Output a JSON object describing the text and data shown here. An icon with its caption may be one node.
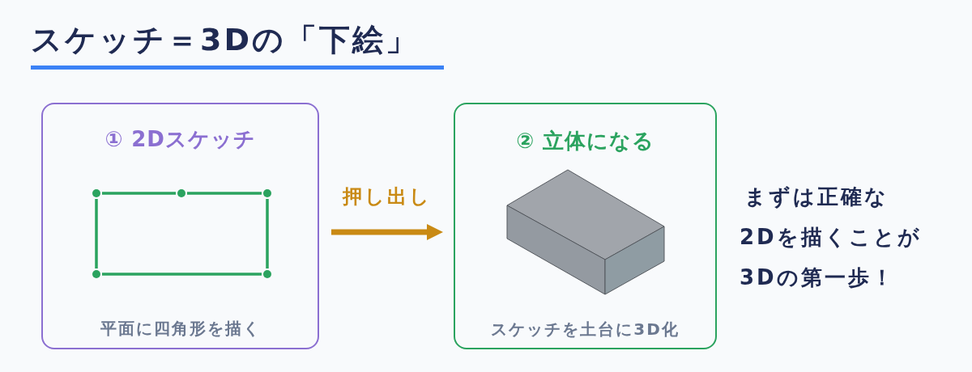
{
  "diagram": {
    "title": "スケッチ＝3Dの「下絵」",
    "nodes": [
      {
        "text": [
          "① 2Dスケッチ",
          "平面に四角形を描く"
        ]
      },
      {
        "text": [
          "② 立体になる",
          "スケッチを土台に3D化"
        ]
      }
    ],
    "edges": [
      {
        "from": 0,
        "to": 1,
        "arrow": "to",
        "label": "押し出し",
        "color": "#c98a14"
      }
    ],
    "labels": [
      "まずは正確な2Dを描くことが3Dの第一歩！"
    ]
  }
}
